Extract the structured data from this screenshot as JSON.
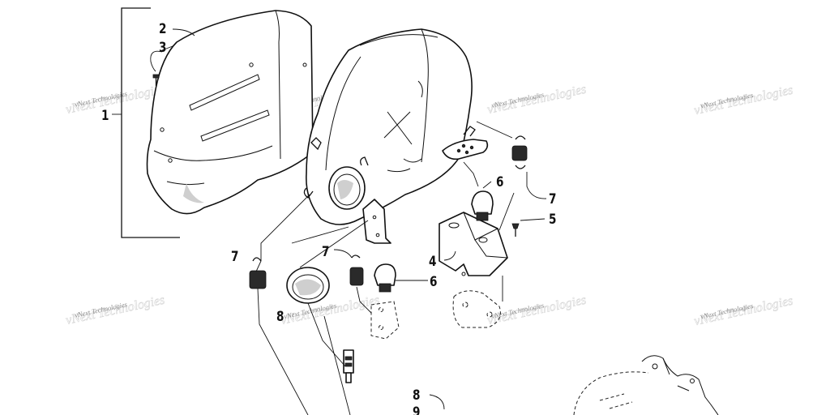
{
  "callouts": {
    "c1": "1",
    "c2": "2",
    "c3": "3",
    "c4": "4",
    "c5": "5",
    "c6a": "6",
    "c6b": "6",
    "c7a": "7",
    "c7b": "7",
    "c7c": "7",
    "c8a": "8",
    "c8b": "8",
    "c9": "9"
  },
  "watermark": "vNext Technologies"
}
